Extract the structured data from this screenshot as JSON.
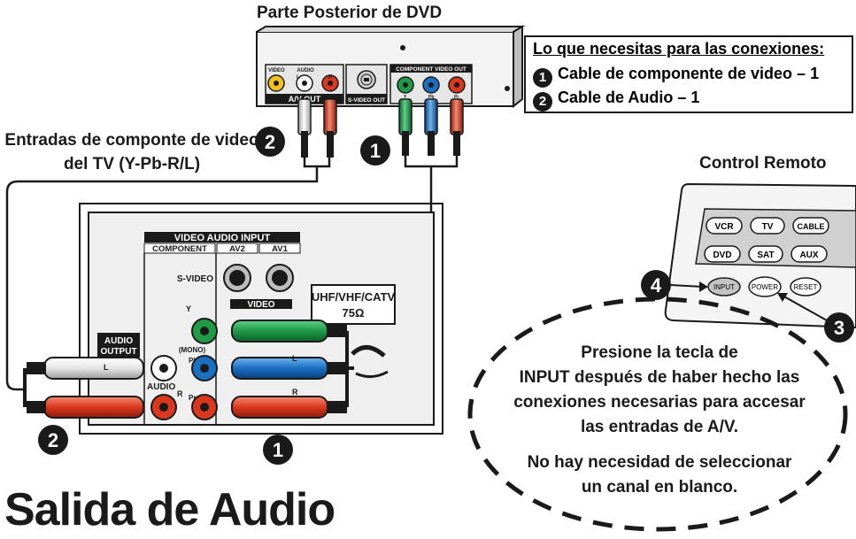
{
  "labels": {
    "dvd_title": "Parte Posterior de DVD",
    "tv_inputs": "Entradas de componte de video del TV (Y-Pb-R/L)",
    "remote_title": "Control Remoto",
    "bottom_heading": "Salida de Audio"
  },
  "needs": {
    "title": "Lo que necesitas para las conexiones:",
    "item1": "Cable de componente de video – 1",
    "item2": "Cable de Audio – 1",
    "num1": "1",
    "num2": "2"
  },
  "dvd": {
    "video": "VIDEO",
    "audio_l": "L",
    "audio": "AUDIO",
    "audio_r": "R",
    "av_out": "A/V OUT",
    "svideo_out": "S-VIDEO OUT",
    "component_out": "COMPONENT VIDEO OUT",
    "y": "Y",
    "pb": "Pb",
    "pr": "Pr"
  },
  "tv": {
    "panel_title": "VIDEO AUDIO INPUT",
    "component": "COMPONENT",
    "av2": "AV2",
    "av1": "AV1",
    "svideo": "S-VIDEO",
    "y": "Y",
    "video": "VIDEO",
    "mono": "(MONO)",
    "l": "L",
    "pb": "Pb",
    "pr": "Pr",
    "r": "R",
    "audio": "AUDIO",
    "audio_output_1": "AUDIO",
    "audio_output_2": "OUTPUT",
    "uhf": "UHF/VHF/CATV",
    "ohm": "75Ω"
  },
  "remote": {
    "buttons_row1": [
      "VCR",
      "TV",
      "CABLE"
    ],
    "buttons_row2": [
      "DVD",
      "SAT",
      "AUX"
    ],
    "buttons_row3": [
      "INPUT",
      "POWER",
      "RESET"
    ]
  },
  "callouts": {
    "one": "1",
    "two": "2",
    "three": "3",
    "four": "4"
  },
  "instruction": {
    "line1": "Presione la tecla de",
    "line2": "INPUT después de haber hecho las",
    "line3": "conexiones necesarias para accesar",
    "line4": "las entradas de A/V.",
    "line5": "No hay necesidad de seleccionar",
    "line6": "un canal en blanco."
  },
  "colors": {
    "ink": "#1a1a1a",
    "green": "#1f9a47",
    "blue": "#1a6fc1",
    "red": "#d9381e",
    "yellow": "#f2c21a",
    "white_plug": "#f2f2f2",
    "panel_gray": "#d9d9d9"
  }
}
